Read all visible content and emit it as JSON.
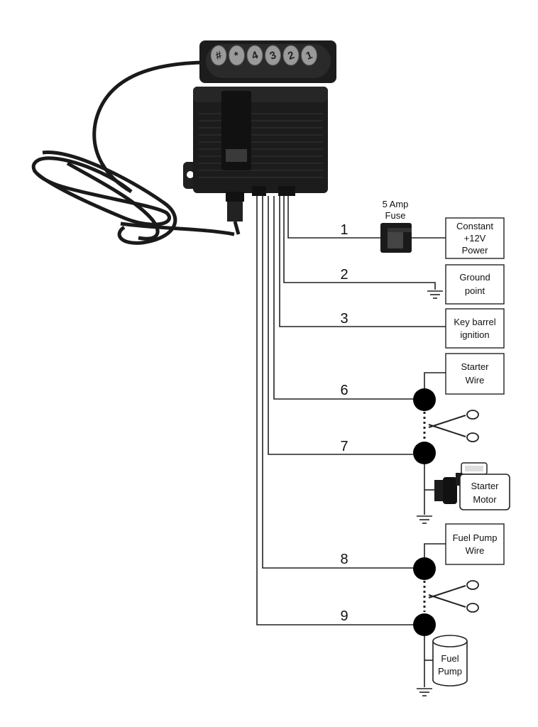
{
  "keypad": {
    "keys": [
      "#",
      "*",
      "4",
      "3",
      "2",
      "1"
    ]
  },
  "fuse": {
    "line1": "5 Amp",
    "line2": "Fuse"
  },
  "wires": [
    {
      "number": "1",
      "target_lines": [
        "Constant",
        "+12V",
        "Power"
      ]
    },
    {
      "number": "2",
      "target_lines": [
        "Ground",
        "point"
      ]
    },
    {
      "number": "3",
      "target_lines": [
        "Key barrel",
        "ignition"
      ]
    },
    {
      "number": "6",
      "target_lines": [
        "Starter",
        "Wire"
      ]
    },
    {
      "number": "7",
      "target_lines": [
        "Starter",
        "Motor"
      ]
    },
    {
      "number": "8",
      "target_lines": [
        "Fuel Pump",
        "Wire"
      ]
    },
    {
      "number": "9",
      "target_lines": [
        "Fuel",
        "Pump"
      ]
    }
  ],
  "colors": {
    "ink": "#222222",
    "device": "#1c1c1c",
    "key": "#9a9a9a"
  }
}
